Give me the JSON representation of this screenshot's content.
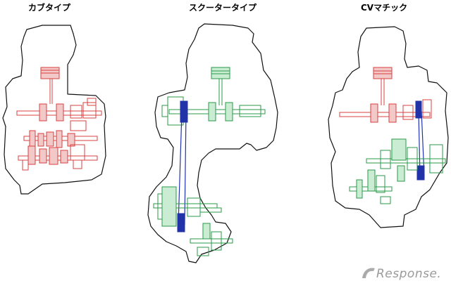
{
  "titles": {
    "cub": "カブタイプ",
    "scooter": "スクータータイプ",
    "cv": "CVマチック"
  },
  "logo": "Response.",
  "colors": {
    "cub_mechanism": "#d84040",
    "scooter_mechanism": "#2a9a4a",
    "belt": "#2233aa",
    "outline": "#111111"
  }
}
